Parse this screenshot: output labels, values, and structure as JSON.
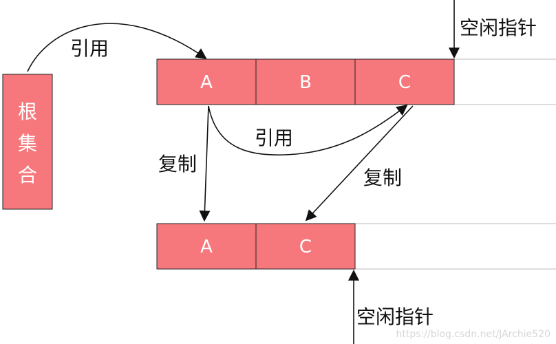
{
  "colors": {
    "cell_fill": "#f6787c",
    "border": "#222222",
    "text_white": "#ffffff",
    "text_dark": "#111111",
    "watermark": "#d6d6d6"
  },
  "root_set": {
    "chars": [
      "根",
      "集",
      "合"
    ]
  },
  "top_row": {
    "cells": [
      "A",
      "B",
      "C"
    ],
    "free_pointer_label": "空闲指针"
  },
  "bottom_row": {
    "cells": [
      "A",
      "C"
    ],
    "free_pointer_label": "空闲指针"
  },
  "arrow_labels": {
    "root_to_a": "引用",
    "a_to_c": "引用",
    "copy_a": "复制",
    "copy_c": "复制"
  },
  "watermark": "https://blog.csdn.net/JArchie520"
}
